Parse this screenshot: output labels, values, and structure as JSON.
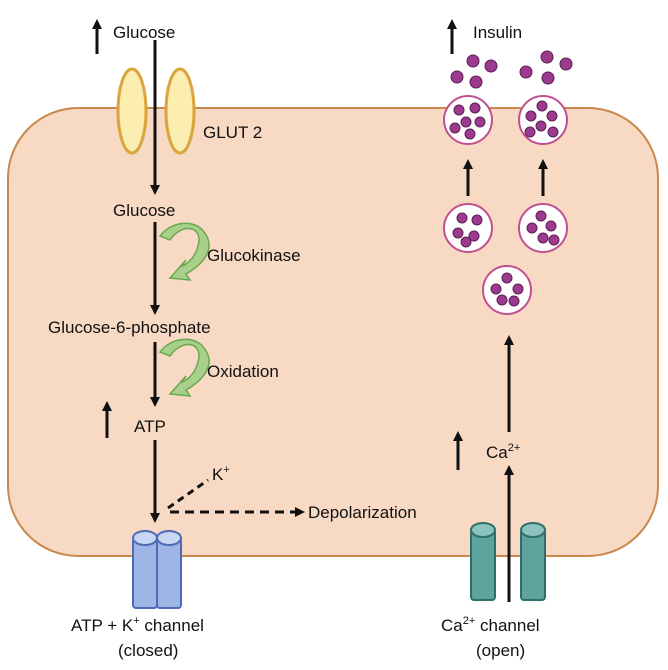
{
  "labels": {
    "glucose_top": "Glucose",
    "insulin": "Insulin",
    "glut2": "GLUT 2",
    "glucose_inside": "Glucose",
    "glucokinase": "Glucokinase",
    "g6p": "Glucose-6-phosphate",
    "oxidation": "Oxidation",
    "atp": "ATP",
    "k_ion": "K",
    "k_charge": "+",
    "depolarization": "Depolarization",
    "ca_ion": "Ca",
    "ca_charge": "2+",
    "katp_line1_a": "ATP + K",
    "katp_line1_sup": "+",
    "katp_line1_b": " channel",
    "katp_line2": "(closed)",
    "ca_channel_line1_a": "Ca",
    "ca_channel_line1_sup": "2+",
    "ca_channel_line1_b": " channel",
    "ca_channel_line2": "(open)"
  },
  "colors": {
    "cell_fill": "#f8d9c4",
    "cell_stroke": "#c8884e",
    "glut_fill": "#fbeeb0",
    "glut_stroke": "#d9a53a",
    "enzyme_arrow": "#a8d08a",
    "enzyme_arrow_stroke": "#6aa84f",
    "katp_channel": "#9eb5e6",
    "katp_channel_stroke": "#4d6bb5",
    "ca_channel": "#5fa39e",
    "ca_channel_stroke": "#2e6e6a",
    "granule_fill": "#ffffff",
    "granule_stroke": "#c0508f",
    "insulin_dot": "#9c3a8e",
    "insulin_dot_stroke": "#5e1f55"
  }
}
